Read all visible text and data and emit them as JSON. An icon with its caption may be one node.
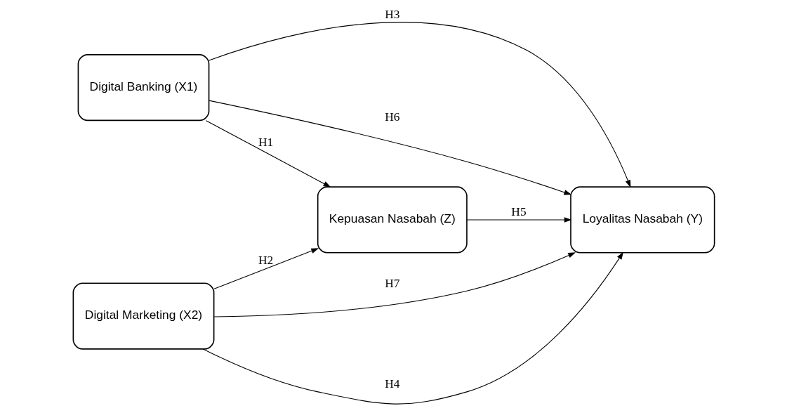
{
  "diagram": {
    "nodes": [
      {
        "text": [
          "Digital Banking (X1)"
        ]
      },
      {
        "text": [
          "Digital Marketing (X2)"
        ]
      },
      {
        "text": [
          "Kepuasan Nasabah (Z)"
        ]
      },
      {
        "text": [
          "Loyalitas Nasabah (Y)"
        ]
      }
    ],
    "edges": [
      {
        "from": 0,
        "to": 2,
        "arrow": "to",
        "label": "H1"
      },
      {
        "from": 1,
        "to": 2,
        "arrow": "to",
        "label": "H2"
      },
      {
        "from": 0,
        "to": 3,
        "arrow": "to",
        "label": "H3"
      },
      {
        "from": 1,
        "to": 3,
        "arrow": "to",
        "label": "H4"
      },
      {
        "from": 2,
        "to": 3,
        "arrow": "to",
        "label": "H5"
      },
      {
        "from": 0,
        "to": 3,
        "arrow": "to",
        "label": "H6"
      },
      {
        "from": 1,
        "to": 3,
        "arrow": "to",
        "label": "H7"
      }
    ]
  }
}
